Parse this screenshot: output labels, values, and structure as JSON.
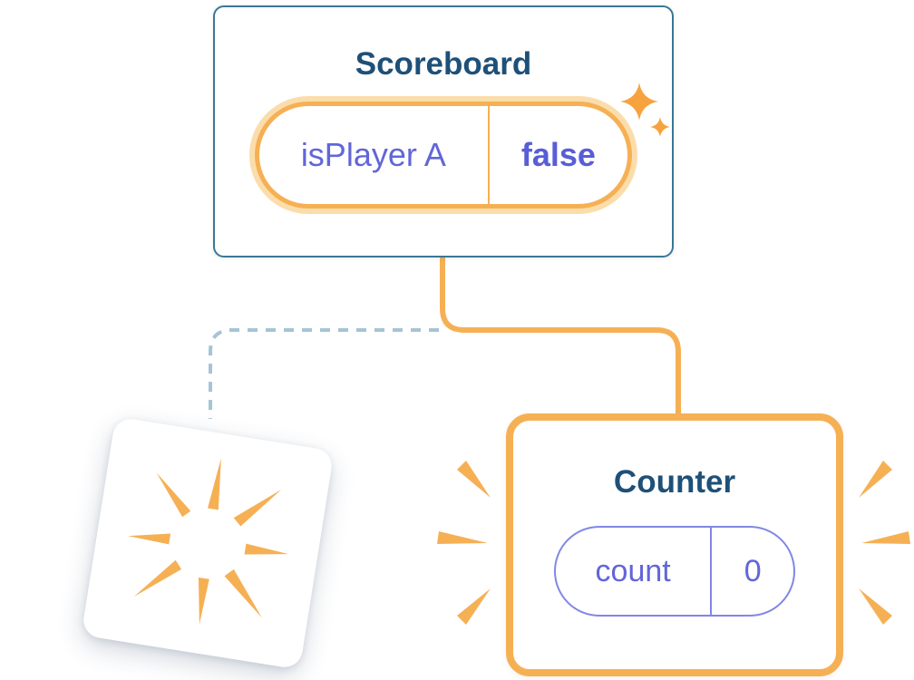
{
  "scoreboard": {
    "title": "Scoreboard",
    "state": {
      "name": "isPlayer A",
      "value": "false"
    }
  },
  "counter": {
    "title": "Counter",
    "state": {
      "name": "count",
      "value": "0"
    }
  },
  "icons": {
    "sparkle": "four-point-star",
    "emphasis_burst": "tapered-wedge-rays",
    "poof": "radial-spike-burst"
  },
  "colors": {
    "accent_orange": "#F6B054",
    "accent_orange_pale": "#FBDDAB",
    "sparkle_orange": "#F6A33F",
    "title_blue": "#1E5078",
    "card_border_blue": "#3A7796",
    "state_text_purple": "#6166D8",
    "state_value_purple": "#585ED6",
    "pill_border_purple": "#8287E5",
    "dashed_connector_blue": "#A5C4D6",
    "background": "#FFFFFF"
  }
}
